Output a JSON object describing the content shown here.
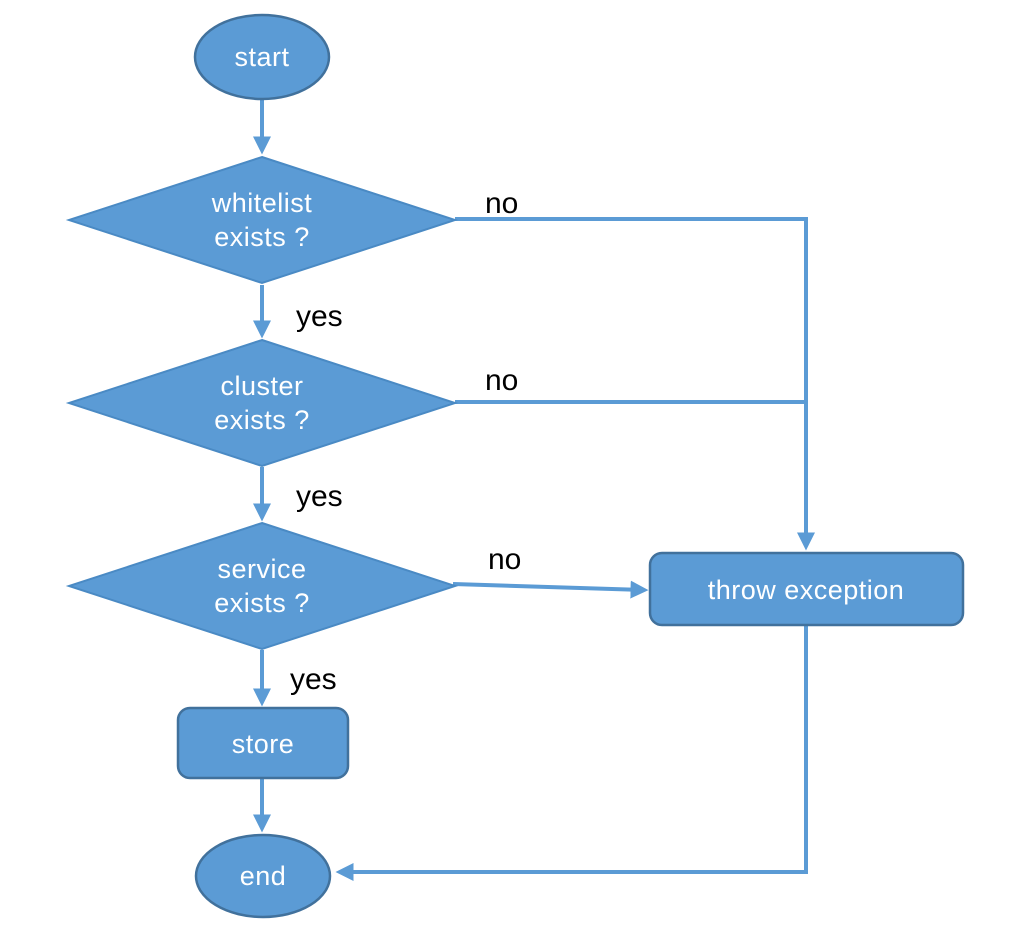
{
  "diagram": {
    "nodes": {
      "start": {
        "label": "start"
      },
      "whitelist": {
        "line1": "whitelist",
        "line2": "exists ?"
      },
      "cluster": {
        "line1": "cluster",
        "line2": "exists ?"
      },
      "service": {
        "line1": "service",
        "line2": "exists ?"
      },
      "throw_exception": {
        "label": "throw exception"
      },
      "store": {
        "label": "store"
      },
      "end": {
        "label": "end"
      }
    },
    "edge_labels": {
      "whitelist_yes": "yes",
      "whitelist_no": "no",
      "cluster_yes": "yes",
      "cluster_no": "no",
      "service_yes": "yes",
      "service_no": "no"
    },
    "colors": {
      "node_fill": "#5B9BD5",
      "node_border": "#41719C",
      "diamond_border": "#4A8AC4",
      "connector": "#5B9BD5",
      "label_text": "#000000",
      "node_text": "#FFFFFF",
      "background": "#FFFFFF"
    }
  }
}
